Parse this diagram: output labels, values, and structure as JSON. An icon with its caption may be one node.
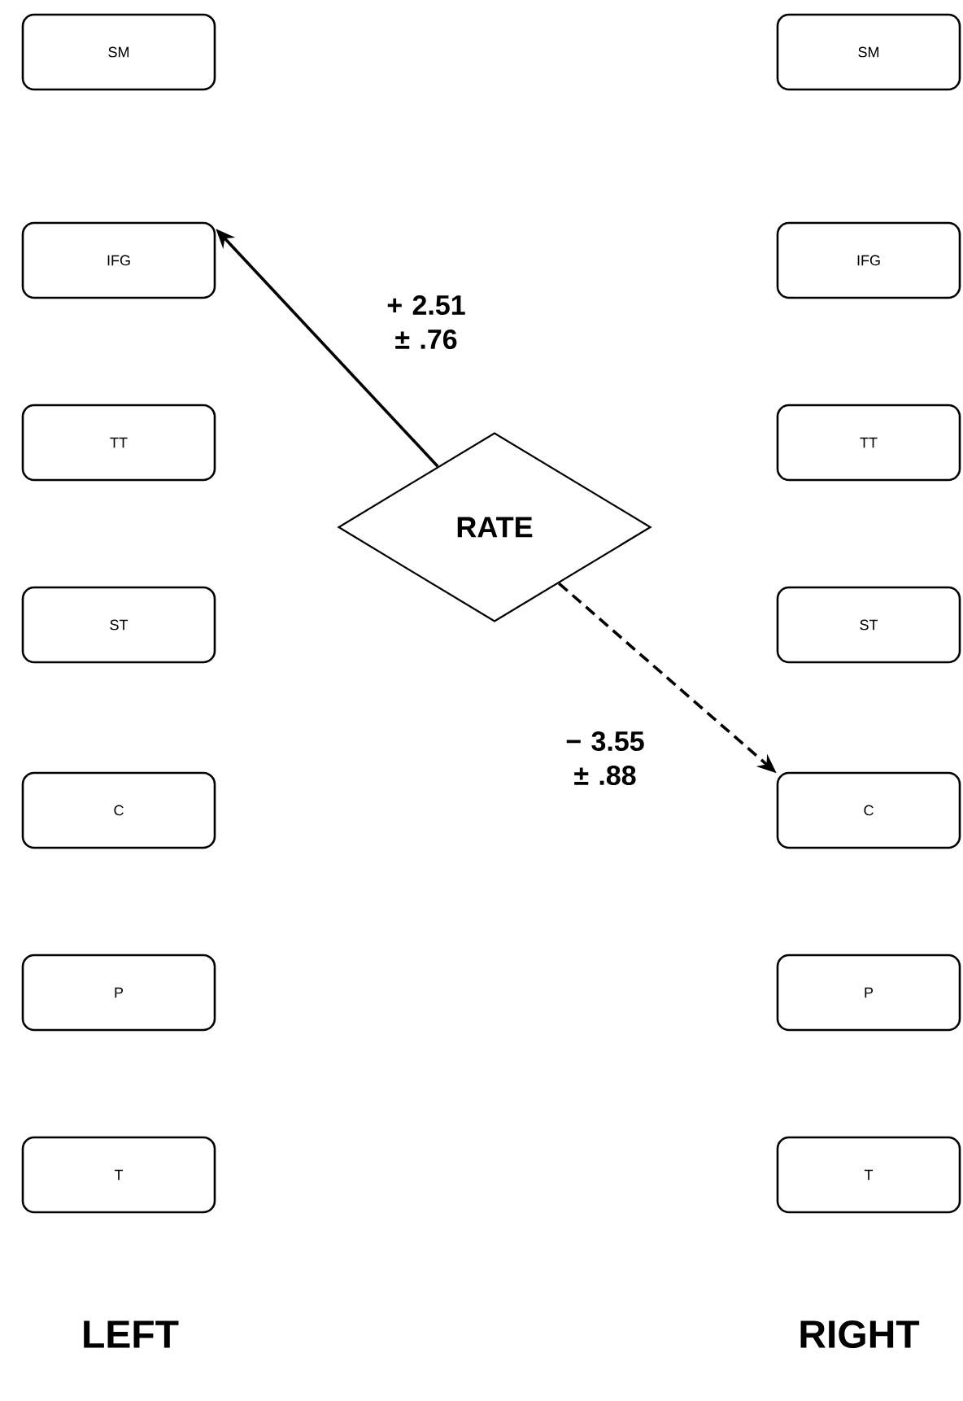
{
  "diagram": {
    "nodes": [
      {
        "text": [
          "SM"
        ]
      },
      {
        "text": [
          "IFG"
        ]
      },
      {
        "text": [
          "TT"
        ]
      },
      {
        "text": [
          "ST"
        ]
      },
      {
        "text": [
          "C"
        ]
      },
      {
        "text": [
          "P"
        ]
      },
      {
        "text": [
          "T"
        ]
      },
      {
        "text": [
          "SM"
        ]
      },
      {
        "text": [
          "IFG"
        ]
      },
      {
        "text": [
          "TT"
        ]
      },
      {
        "text": [
          "ST"
        ]
      },
      {
        "text": [
          "C"
        ]
      },
      {
        "text": [
          "P"
        ]
      },
      {
        "text": [
          "T"
        ]
      },
      {
        "text": [
          "RATE"
        ]
      }
    ],
    "edges": [
      {
        "from": 14,
        "to": 1,
        "arrow": "to",
        "label": "+ 2.51 ± .76"
      },
      {
        "from": 14,
        "to": 11,
        "arrow": "to",
        "label": "− 3.55 ± .88",
        "style": "dashed"
      }
    ],
    "labels": [
      "LEFT",
      "RIGHT"
    ]
  }
}
